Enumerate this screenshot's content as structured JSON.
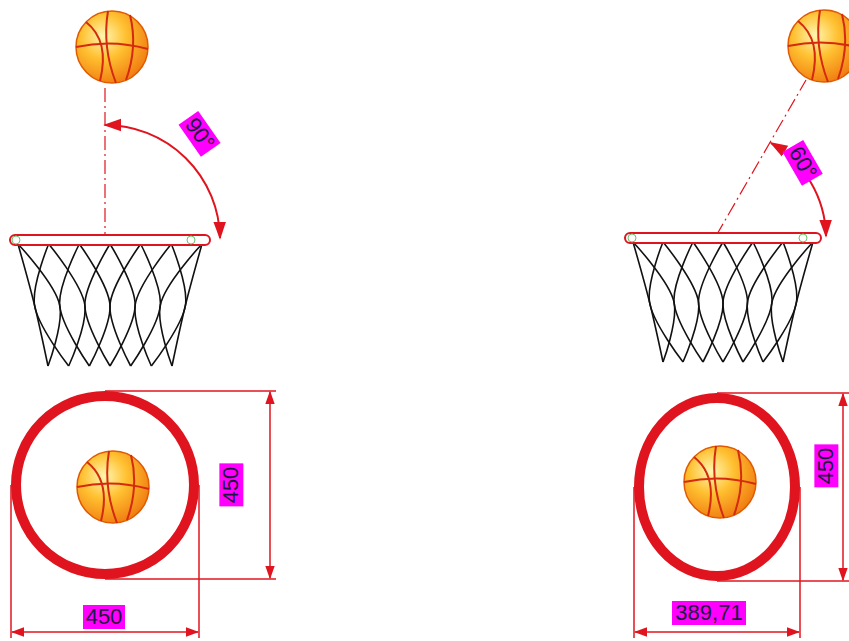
{
  "diagram": {
    "labels": [
      "90°",
      "450",
      "450",
      "60°",
      "450",
      "389,71"
    ]
  }
}
